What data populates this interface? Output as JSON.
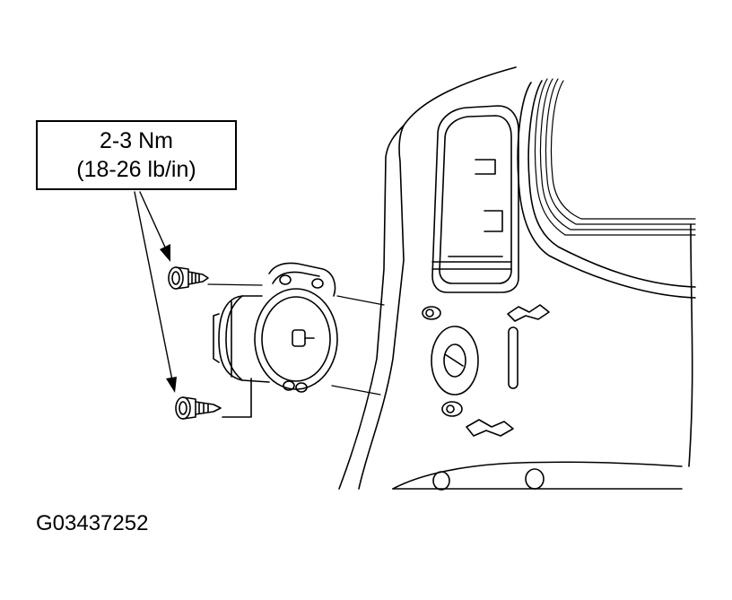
{
  "callout": {
    "line1": "2-3 Nm",
    "line2": "(18-26 lb/in)"
  },
  "figure_id": "G03437252",
  "colors": {
    "line": "#000000",
    "background": "#ffffff"
  },
  "icons": [
    "bolt-icon",
    "arrow-icon"
  ]
}
